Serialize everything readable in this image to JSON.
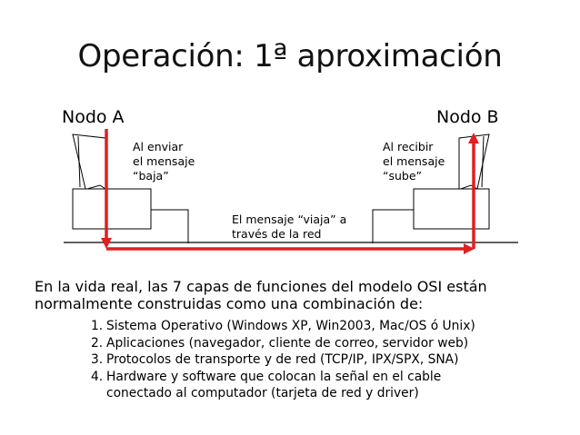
{
  "title": "Operación: 1ª aproximación",
  "nodes": {
    "a": "Nodo A",
    "b": "Nodo B"
  },
  "notes": {
    "send": "Al enviar\nel mensaje\n“baja”",
    "receive": "Al recibir\nel mensaje\n“sube”",
    "travel": "El mensaje “viaja” a\ntravés de la red"
  },
  "colors": {
    "arrow": "#e02020",
    "line": "#000000"
  },
  "paragraph": "En la vida real, las 7 capas de funciones del modelo OSI están normalmente construidas como una combinación de:",
  "items": [
    {
      "num": "1.",
      "text": "Sistema Operativo (Windows XP, Win2003, Mac/OS ó Unix)"
    },
    {
      "num": "2.",
      "text": "Aplicaciones (navegador, cliente de correo, servidor web)"
    },
    {
      "num": "3.",
      "text": "Protocolos de transporte y de red (TCP/IP, IPX/SPX, SNA)"
    },
    {
      "num": "4.",
      "text": "Hardware y software que colocan la señal en el cable",
      "cont": "conectado al computador (tarjeta de red y driver)"
    }
  ]
}
